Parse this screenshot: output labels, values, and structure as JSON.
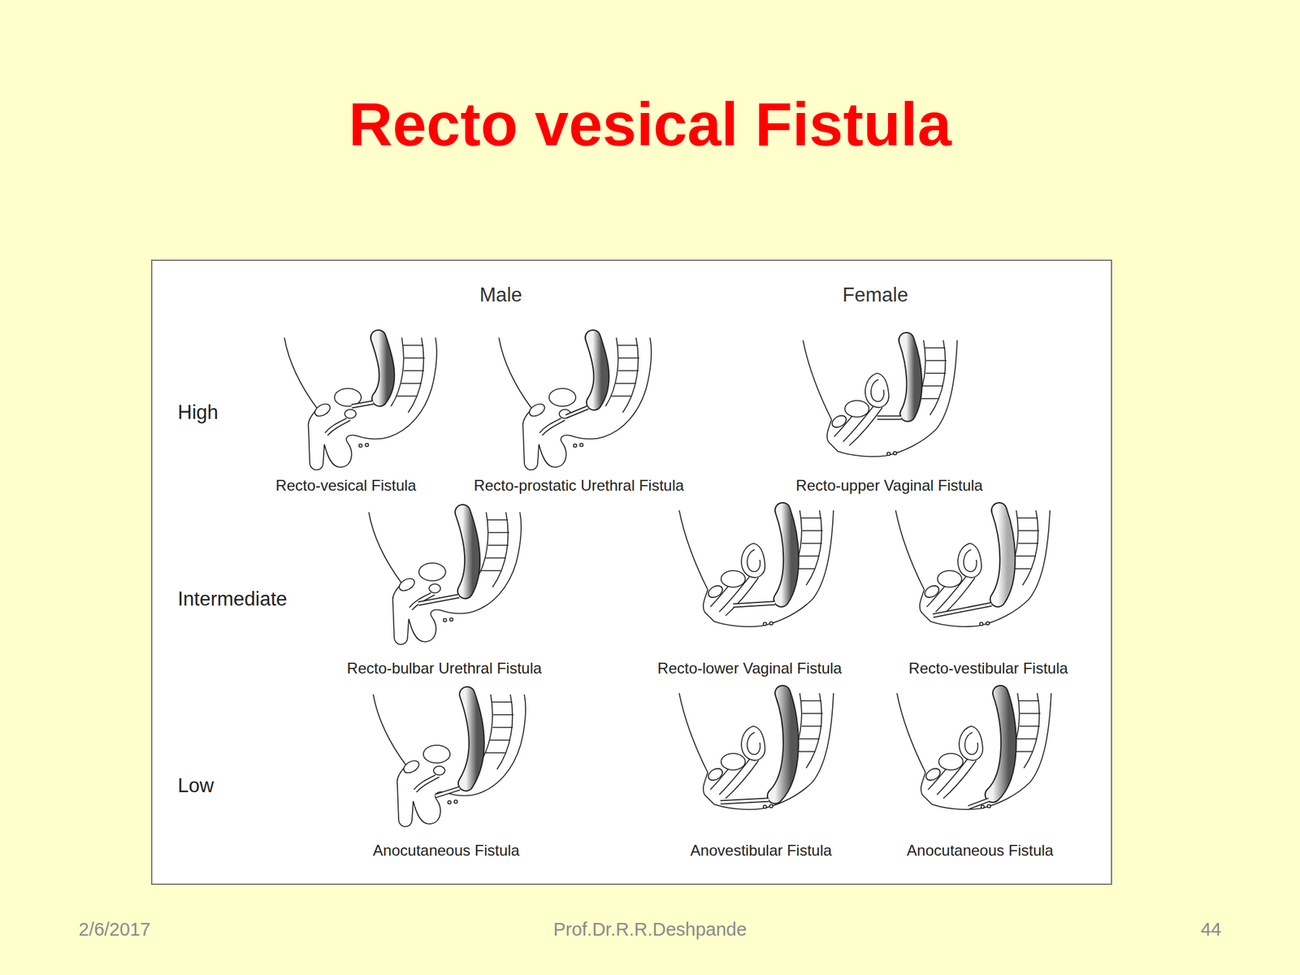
{
  "diagram": {
    "title": "Recto vesical Fistula",
    "labels": [
      "Male",
      "Female",
      "High",
      "Intermediate",
      "Low",
      "Recto-vesical Fistula",
      "Recto-prostatic Urethral Fistula",
      "Recto-upper Vaginal Fistula",
      "Recto-bulbar Urethral Fistula",
      "Recto-lower Vaginal Fistula",
      "Recto-vestibular Fistula",
      "Anocutaneous Fistula",
      "Anovestibular Fistula",
      "Anocutaneous Fistula",
      "2/6/2017",
      "Prof.Dr.R.R.Deshpande",
      "44"
    ]
  }
}
